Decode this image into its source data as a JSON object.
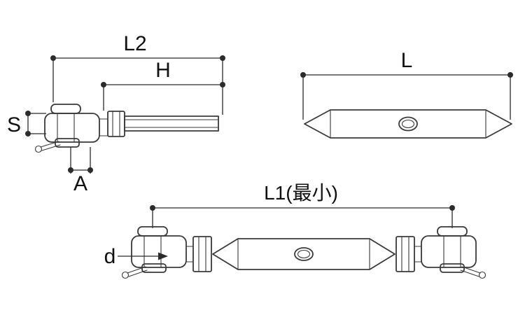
{
  "diagram": {
    "title_hidden": "",
    "labels": {
      "l2": "L2",
      "h": "H",
      "s": "S",
      "a": "A",
      "l": "L",
      "l1": "L1(最小)",
      "d": "d"
    },
    "colors": {
      "line": "#3a3a3a",
      "dimension": "#2b2b2b",
      "background": "#ffffff"
    }
  }
}
